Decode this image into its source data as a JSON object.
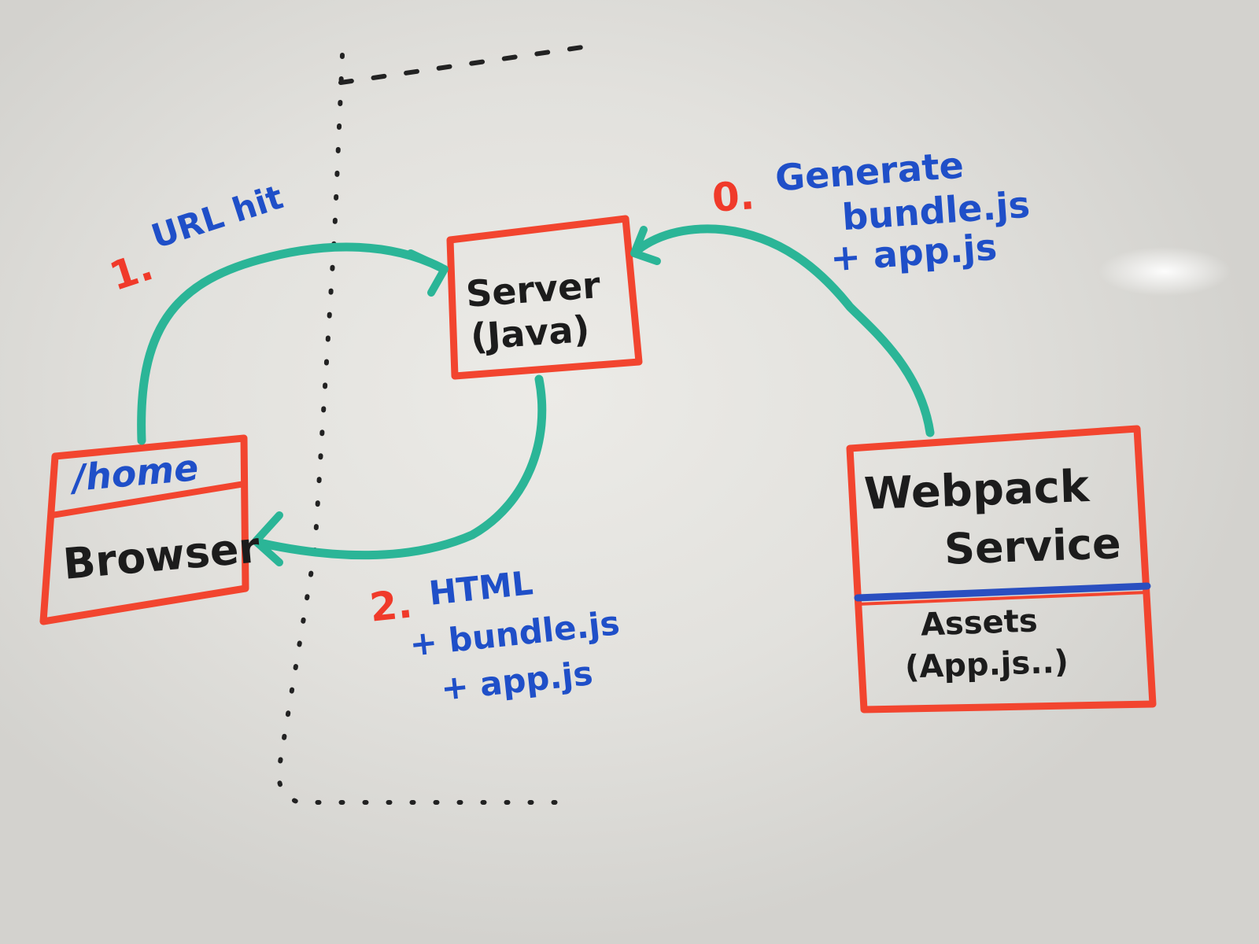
{
  "nodes": {
    "server": {
      "line1": "Server",
      "line2": "(Java)"
    },
    "browser": {
      "url": "/home",
      "label": "Browser"
    },
    "webpack": {
      "line1": "Webpack",
      "line2": "Service",
      "assets_line1": "Assets",
      "assets_line2": "(App.js..)"
    }
  },
  "steps": {
    "step0": {
      "number": "0.",
      "lines": [
        "Generate",
        "bundle.js",
        "+ app.js"
      ]
    },
    "step1": {
      "number": "1.",
      "text": "URL hit"
    },
    "step2": {
      "number": "2.",
      "lines": [
        "HTML",
        "+ bundle.js",
        "+ app.js"
      ]
    }
  },
  "colors": {
    "box_border": "#f2452f",
    "arrow": "#2bb597",
    "text_black": "#1c1c1c",
    "text_blue": "#1f4fc8",
    "text_red": "#f03a2a",
    "divider_blue": "#2a4fc0"
  }
}
